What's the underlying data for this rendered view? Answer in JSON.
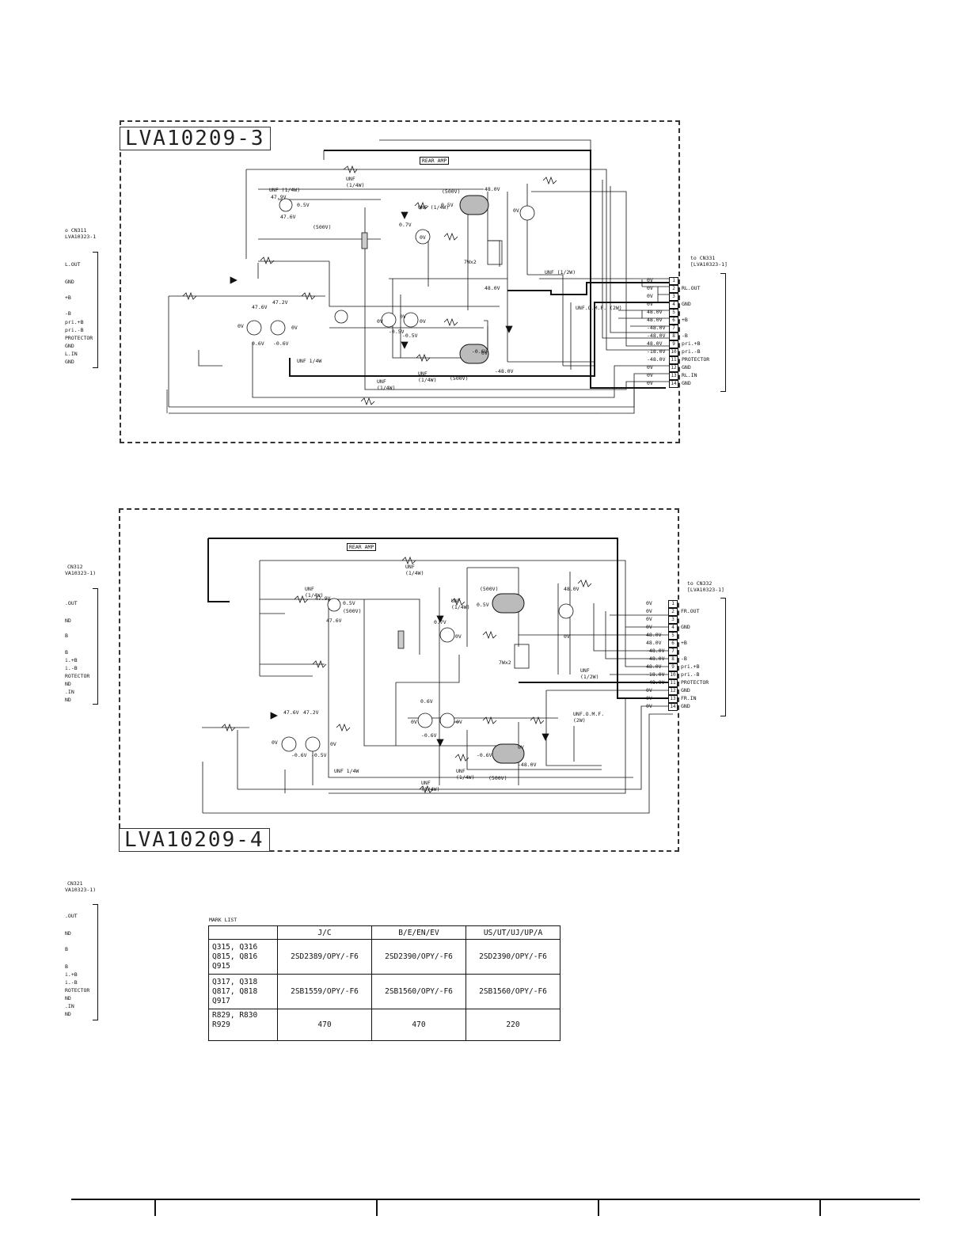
{
  "board_top": {
    "title": "LVA10209-3",
    "amp_label": "REAR AMP",
    "left_connector": {
      "ref": "CN311",
      "ref_prefix": "o",
      "board": "LVA10323-1",
      "pins": [
        "L.OUT",
        "GND",
        "+B",
        "-B",
        "pri.+B",
        "pri.-B",
        "PROTECTOR",
        "GND",
        "L.IN",
        "GND"
      ]
    },
    "right_connector": {
      "to_label": "to CN331",
      "board": "[LVA10323-1]",
      "pins": [
        {
          "n": "1",
          "v": "0V",
          "name": ""
        },
        {
          "n": "2",
          "v": "0V",
          "name": "RL.OUT"
        },
        {
          "n": "3",
          "v": "0V",
          "name": ""
        },
        {
          "n": "4",
          "v": "0V",
          "name": "GND"
        },
        {
          "n": "5",
          "v": "48.0V",
          "name": ""
        },
        {
          "n": "6",
          "v": "48.0V",
          "name": "+B"
        },
        {
          "n": "7",
          "v": "-48.0V",
          "name": ""
        },
        {
          "n": "8",
          "v": "-48.0V",
          "name": "-B"
        },
        {
          "n": "9",
          "v": "48.0V",
          "name": "pri.+B"
        },
        {
          "n": "10",
          "v": "-18.0V",
          "name": "pri.-B"
        },
        {
          "n": "11",
          "v": "-48.0V",
          "name": "PROTECTOR"
        },
        {
          "n": "12",
          "v": "0V",
          "name": "GND"
        },
        {
          "n": "13",
          "v": "0V",
          "name": "RL.IN"
        },
        {
          "n": "14",
          "v": "0V",
          "name": "GND"
        }
      ]
    },
    "annotations": [
      "UNF (1/4W)",
      "47.9V",
      "0.5V",
      "47.6V",
      "(500V)",
      "UNF (1/4W)",
      "(500V)",
      "48.0V",
      "0.5V",
      "UNF (1/4W)",
      "0.7V",
      "0V",
      "7Wx2",
      "UNF (1/2W)",
      "UNF.O.M.F. (2W)",
      "47.6V",
      "47.2V",
      "0V",
      "0V",
      "0.6V",
      "-0.6V",
      "0V",
      "-0.5V",
      "0V",
      "0V",
      "-0.5V",
      "UNF 1/4W",
      "-0.6V",
      "0V",
      "-48.0V",
      "UNF (1/4W)",
      "(500V)",
      "UNF (1/4W)",
      "48.0V",
      "0V"
    ]
  },
  "board_bottom": {
    "title": "LVA10209-4",
    "amp_label": "REAR AMP",
    "left_connector": {
      "ref": "CN312",
      "board": "VA10323-1)",
      "pins": [
        ".OUT",
        "ND",
        "B",
        "B",
        "i.+B",
        "i.-B",
        "ROTECTOR",
        "ND",
        ".IN",
        "ND"
      ]
    },
    "right_connector": {
      "to_label": "to CN332",
      "board": "[LVA10323-1]",
      "pins": [
        {
          "n": "1",
          "v": "0V",
          "name": ""
        },
        {
          "n": "2",
          "v": "0V",
          "name": "FR.OUT"
        },
        {
          "n": "3",
          "v": "0V",
          "name": ""
        },
        {
          "n": "4",
          "v": "0V",
          "name": "GND"
        },
        {
          "n": "5",
          "v": "48.0V",
          "name": ""
        },
        {
          "n": "6",
          "v": "48.0V",
          "name": "+B"
        },
        {
          "n": "7",
          "v": "-48.0V",
          "name": ""
        },
        {
          "n": "8",
          "v": "-48.0V",
          "name": "-B"
        },
        {
          "n": "9",
          "v": "48.0V",
          "name": "pri.+B"
        },
        {
          "n": "10",
          "v": "-18.0V",
          "name": "pri.-B"
        },
        {
          "n": "11",
          "v": "-48.0V",
          "name": "PROTECTOR"
        },
        {
          "n": "12",
          "v": "0V",
          "name": "GND"
        },
        {
          "n": "13",
          "v": "0V",
          "name": "FR.IN"
        },
        {
          "n": "14",
          "v": "0V",
          "name": "GND"
        }
      ]
    },
    "annotations": [
      "UNF (1/4W)",
      "UNF (1/4W)",
      "47.9V",
      "0.5V",
      "(500V)",
      "47.6V",
      "(500V)",
      "0.5V",
      "UNF (1/4W)",
      "0.7V",
      "0V",
      "48.0V",
      "0V",
      "7Wx2",
      "UNF (1/2W)",
      "UNF.O.M.F. (2W)",
      "47.6V",
      "47.2V",
      "0V",
      "0V",
      "-0.6V",
      "-0.5V",
      "0.6V",
      "0V",
      "-0.6V",
      "0V",
      "UNF 1/4W",
      "UNF (1/4W)",
      "UNF (1/4W)",
      "(500V)",
      "-0.6V",
      "-48.0V",
      "0V"
    ]
  },
  "third_connector": {
    "ref": "CN321",
    "board": "VA10323-1)",
    "pins": [
      ".OUT",
      "ND",
      "B",
      "B",
      "i.+B",
      "i.-B",
      "ROTECTOR",
      "ND",
      ".IN",
      "ND"
    ]
  },
  "mark_list": {
    "title": "MARK LIST",
    "headers": [
      "",
      "J/C",
      "B/E/EN/EV",
      "US/UT/UJ/UP/A"
    ],
    "rows": [
      {
        "parts": "Q315, Q316\nQ815, Q816\nQ915",
        "jc": "2SD2389/OPY/-F6",
        "be": "2SD2390/OPY/-F6",
        "us": "2SD2390/OPY/-F6"
      },
      {
        "parts": "Q317, Q318\nQ817, Q818\nQ917",
        "jc": "2SB1559/OPY/-F6",
        "be": "2SB1560/OPY/-F6",
        "us": "2SB1560/OPY/-F6"
      },
      {
        "parts": "R829, R830\nR929",
        "jc": "470",
        "be": "470",
        "us": "220"
      }
    ]
  }
}
